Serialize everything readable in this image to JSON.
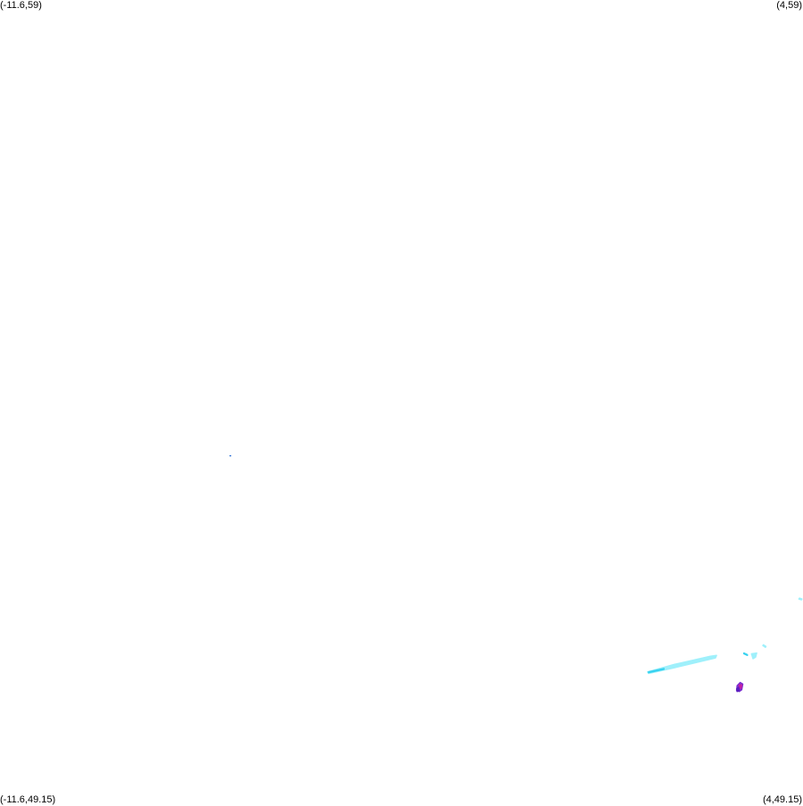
{
  "corners": {
    "top_left": "(-11.6,59)",
    "top_right": "(4,59)",
    "bottom_left": "(-11.6,49.15)",
    "bottom_right": "(4,49.15)"
  },
  "bounds": {
    "lon_min": -11.6,
    "lon_max": 4,
    "lat_min": 49.15,
    "lat_max": 59
  },
  "colors": {
    "background": "#ffffff",
    "cyan_light": "#9ff0fb",
    "cyan": "#38d2f0",
    "blue": "#2a6fd6",
    "purple": "#7b2fd0",
    "magenta": "#c01fa6",
    "violet": "#5a1fc0"
  },
  "features": [
    {
      "name": "blue-point-feature",
      "color": "#2a6fd6",
      "points": [
        [
          -7.13,
          53.43
        ],
        [
          -7.12,
          53.43
        ]
      ]
    },
    {
      "name": "cyan-streak-feature",
      "color": "#9ff0fb",
      "points": [
        [
          1.0,
          50.77
        ],
        [
          1.5,
          50.84
        ],
        [
          2.3,
          50.96
        ],
        [
          2.32,
          50.99
        ],
        [
          2.2,
          50.98
        ],
        [
          1.5,
          50.88
        ],
        [
          0.98,
          50.79
        ]
      ]
    },
    {
      "name": "cyan-streak-core-feature",
      "color": "#38d2f0",
      "points": [
        [
          1.0,
          50.78
        ],
        [
          1.3,
          50.82
        ],
        [
          1.3,
          50.83
        ],
        [
          1.0,
          50.79
        ]
      ]
    },
    {
      "name": "cyan-spot-feature-a",
      "color": "#9ff0fb",
      "points": [
        [
          3.0,
          51.01
        ],
        [
          3.1,
          51.02
        ],
        [
          3.08,
          50.97
        ],
        [
          3.03,
          50.95
        ]
      ]
    },
    {
      "name": "cyan-spot-feature-b",
      "color": "#38d2f0",
      "points": [
        [
          2.85,
          51.02
        ],
        [
          2.92,
          51.0
        ],
        [
          2.92,
          50.99
        ],
        [
          2.85,
          51.01
        ]
      ]
    },
    {
      "name": "cyan-spot-feature-c",
      "color": "#9ff0fb",
      "points": [
        [
          3.23,
          51.12
        ],
        [
          3.28,
          51.1
        ],
        [
          3.27,
          51.09
        ],
        [
          3.22,
          51.11
        ]
      ]
    },
    {
      "name": "cyan-spot-feature-d",
      "color": "#9ff0fb",
      "points": [
        [
          3.93,
          51.69
        ],
        [
          3.98,
          51.68
        ],
        [
          3.97,
          51.67
        ],
        [
          3.92,
          51.68
        ]
      ]
    },
    {
      "name": "purple-cluster-feature",
      "color": "#7b2fd0",
      "points": [
        [
          2.72,
          50.62
        ],
        [
          2.78,
          50.66
        ],
        [
          2.83,
          50.64
        ],
        [
          2.81,
          50.57
        ],
        [
          2.76,
          50.55
        ],
        [
          2.71,
          50.56
        ]
      ]
    },
    {
      "name": "magenta-cluster-feature",
      "color": "#c01fa6",
      "points": [
        [
          2.76,
          50.63
        ],
        [
          2.81,
          50.63
        ],
        [
          2.8,
          50.59
        ],
        [
          2.76,
          50.59
        ]
      ]
    },
    {
      "name": "violet-cluster-feature",
      "color": "#5a1fc0",
      "points": [
        [
          2.71,
          50.58
        ],
        [
          2.75,
          50.6
        ],
        [
          2.76,
          50.56
        ],
        [
          2.72,
          50.55
        ]
      ]
    }
  ]
}
